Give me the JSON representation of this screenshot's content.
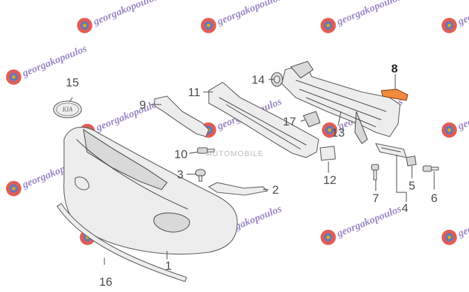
{
  "watermark": {
    "brand": "georgakopoulos",
    "faint_text": [
      "AUTOMOBILE"
    ]
  },
  "emblem_text": "KIA",
  "callouts": [
    {
      "id": "1",
      "label": "1"
    },
    {
      "id": "2",
      "label": "2"
    },
    {
      "id": "3",
      "label": "3"
    },
    {
      "id": "4",
      "label": "4"
    },
    {
      "id": "5",
      "label": "5"
    },
    {
      "id": "6",
      "label": "6"
    },
    {
      "id": "7",
      "label": "7"
    },
    {
      "id": "8",
      "label": "8",
      "highlighted": true
    },
    {
      "id": "9",
      "label": "9"
    },
    {
      "id": "10",
      "label": "10"
    },
    {
      "id": "11",
      "label": "11"
    },
    {
      "id": "12",
      "label": "12"
    },
    {
      "id": "13",
      "label": "13"
    },
    {
      "id": "14",
      "label": "14"
    },
    {
      "id": "15",
      "label": "15"
    },
    {
      "id": "16",
      "label": "16"
    },
    {
      "id": "17",
      "label": "17"
    }
  ],
  "colors": {
    "highlight_part": "#f28a3c",
    "line": "#4a4a4a",
    "watermark_text": "#7b5fb3"
  }
}
